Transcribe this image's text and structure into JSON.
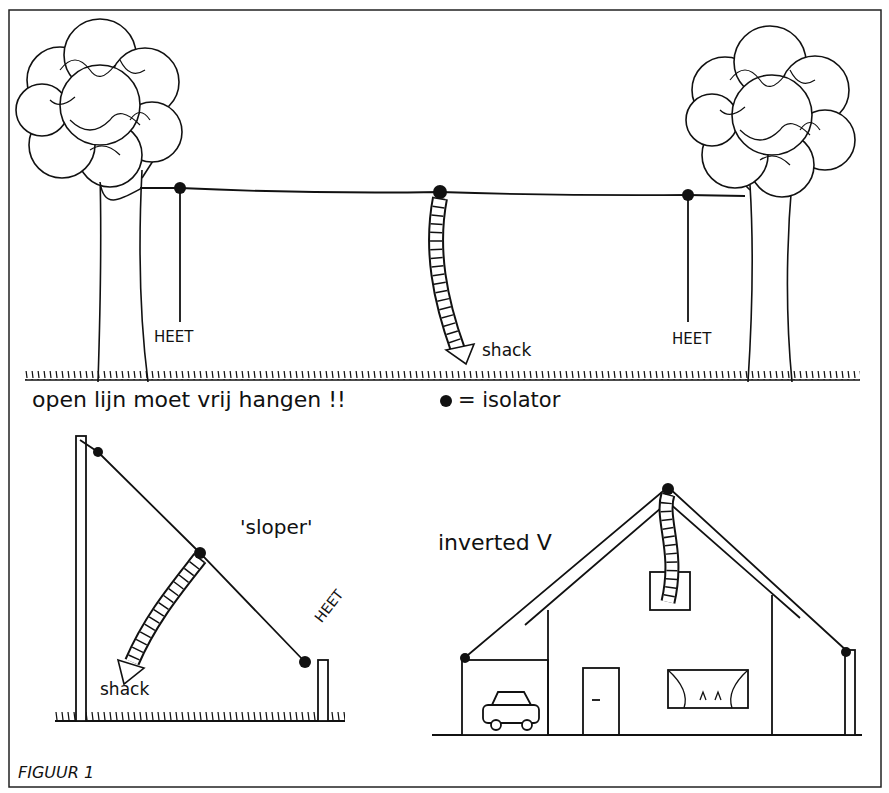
{
  "diagram": {
    "caption": "FIGUUR 1",
    "labels": [
      "HEET",
      "shack",
      "HEET",
      "open lijn moet vrij hangen !!",
      "'sloper'",
      "shack",
      "HEET",
      "inverted V"
    ],
    "legend": [
      {
        "text": "= isolator"
      }
    ]
  }
}
